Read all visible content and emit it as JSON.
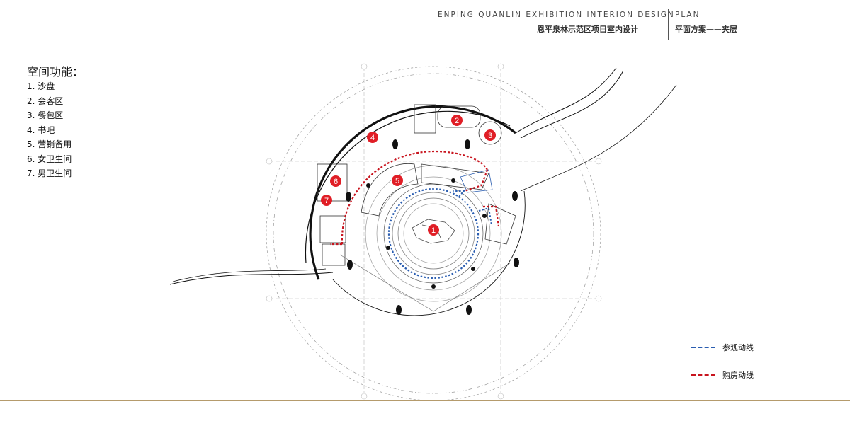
{
  "header": {
    "title_en": "ENPING QUANLIN EXHIBITION INTERION DESIGN",
    "title_cn": "恩平泉林示范区项目室内设计",
    "plan_label": "PLAN",
    "plan_sub": "平面方案——夹层"
  },
  "functions": {
    "title": "空间功能：",
    "items": [
      "1. 沙盘",
      "2. 会客区",
      "3. 餐包区",
      "4. 书吧",
      "5. 营销备用",
      "6. 女卫生间",
      "7. 男卫生间"
    ]
  },
  "markers": [
    "1",
    "2",
    "3",
    "4",
    "5",
    "6",
    "7"
  ],
  "legend": [
    {
      "label": "参观动线",
      "color": "#2a5db0"
    },
    {
      "label": "购房动线",
      "color": "#c8141e"
    }
  ],
  "colors": {
    "marker_red": "#e01e26",
    "route_blue": "#2a5db0",
    "route_red": "#c8141e",
    "footer_gold": "#b59b6c"
  }
}
